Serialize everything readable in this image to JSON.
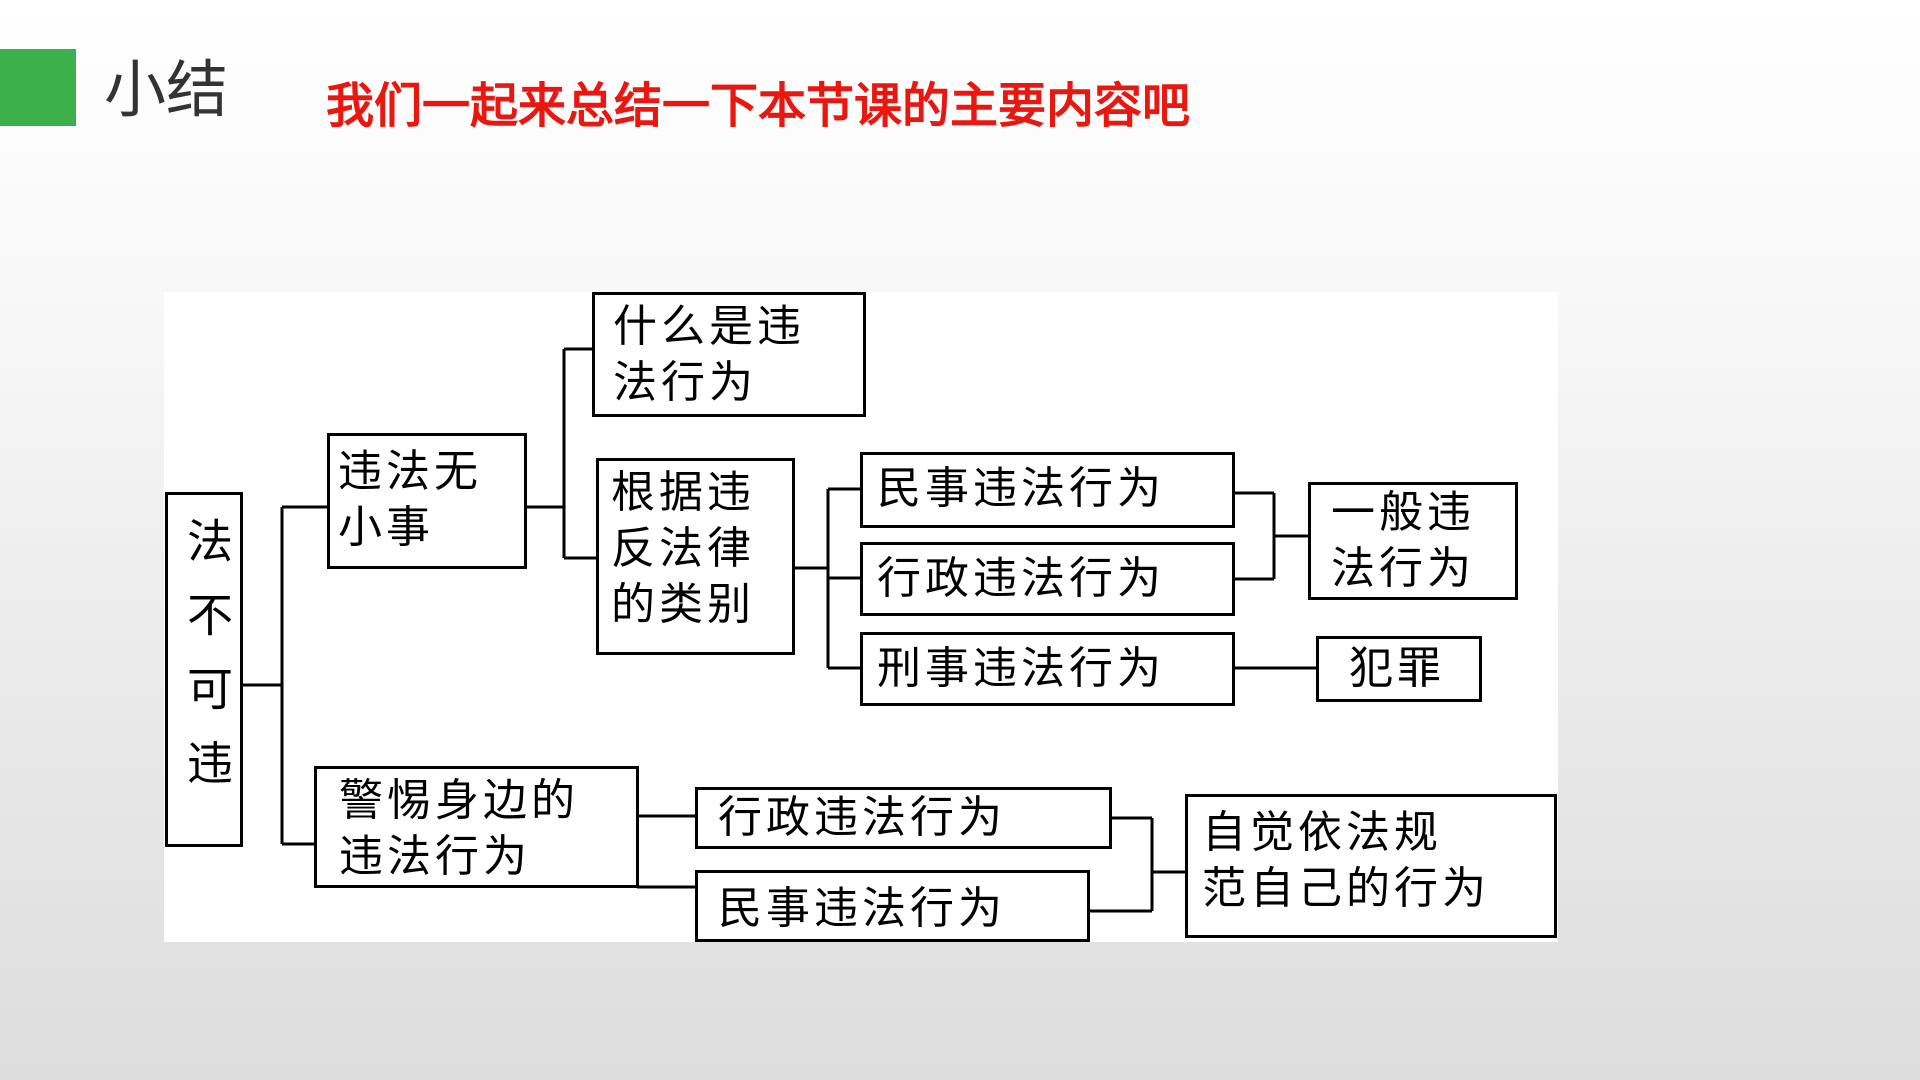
{
  "header": {
    "title": "小结",
    "subtitle": "我们一起来总结一下本节课的主要内容吧",
    "accent_color": "#3cb04a",
    "subtitle_color": "#e8170f"
  },
  "diagram": {
    "root": "法不可违",
    "branch1": "违法无\n小事",
    "branch1_children": {
      "what": "什么是违\n法行为",
      "categories": "根据违\n反法律\n的类别"
    },
    "category_items": {
      "civil": "民事违法行为",
      "administrative": "行政违法行为",
      "criminal": "刑事违法行为"
    },
    "general": "一般违\n法行为",
    "crime": "犯罪",
    "branch2": "警惕身边的\n违法行为",
    "branch2_items": {
      "administrative": "行政违法行为",
      "civil": "民事违法行为"
    },
    "conclusion": "自觉依法规\n范自己的行为"
  }
}
